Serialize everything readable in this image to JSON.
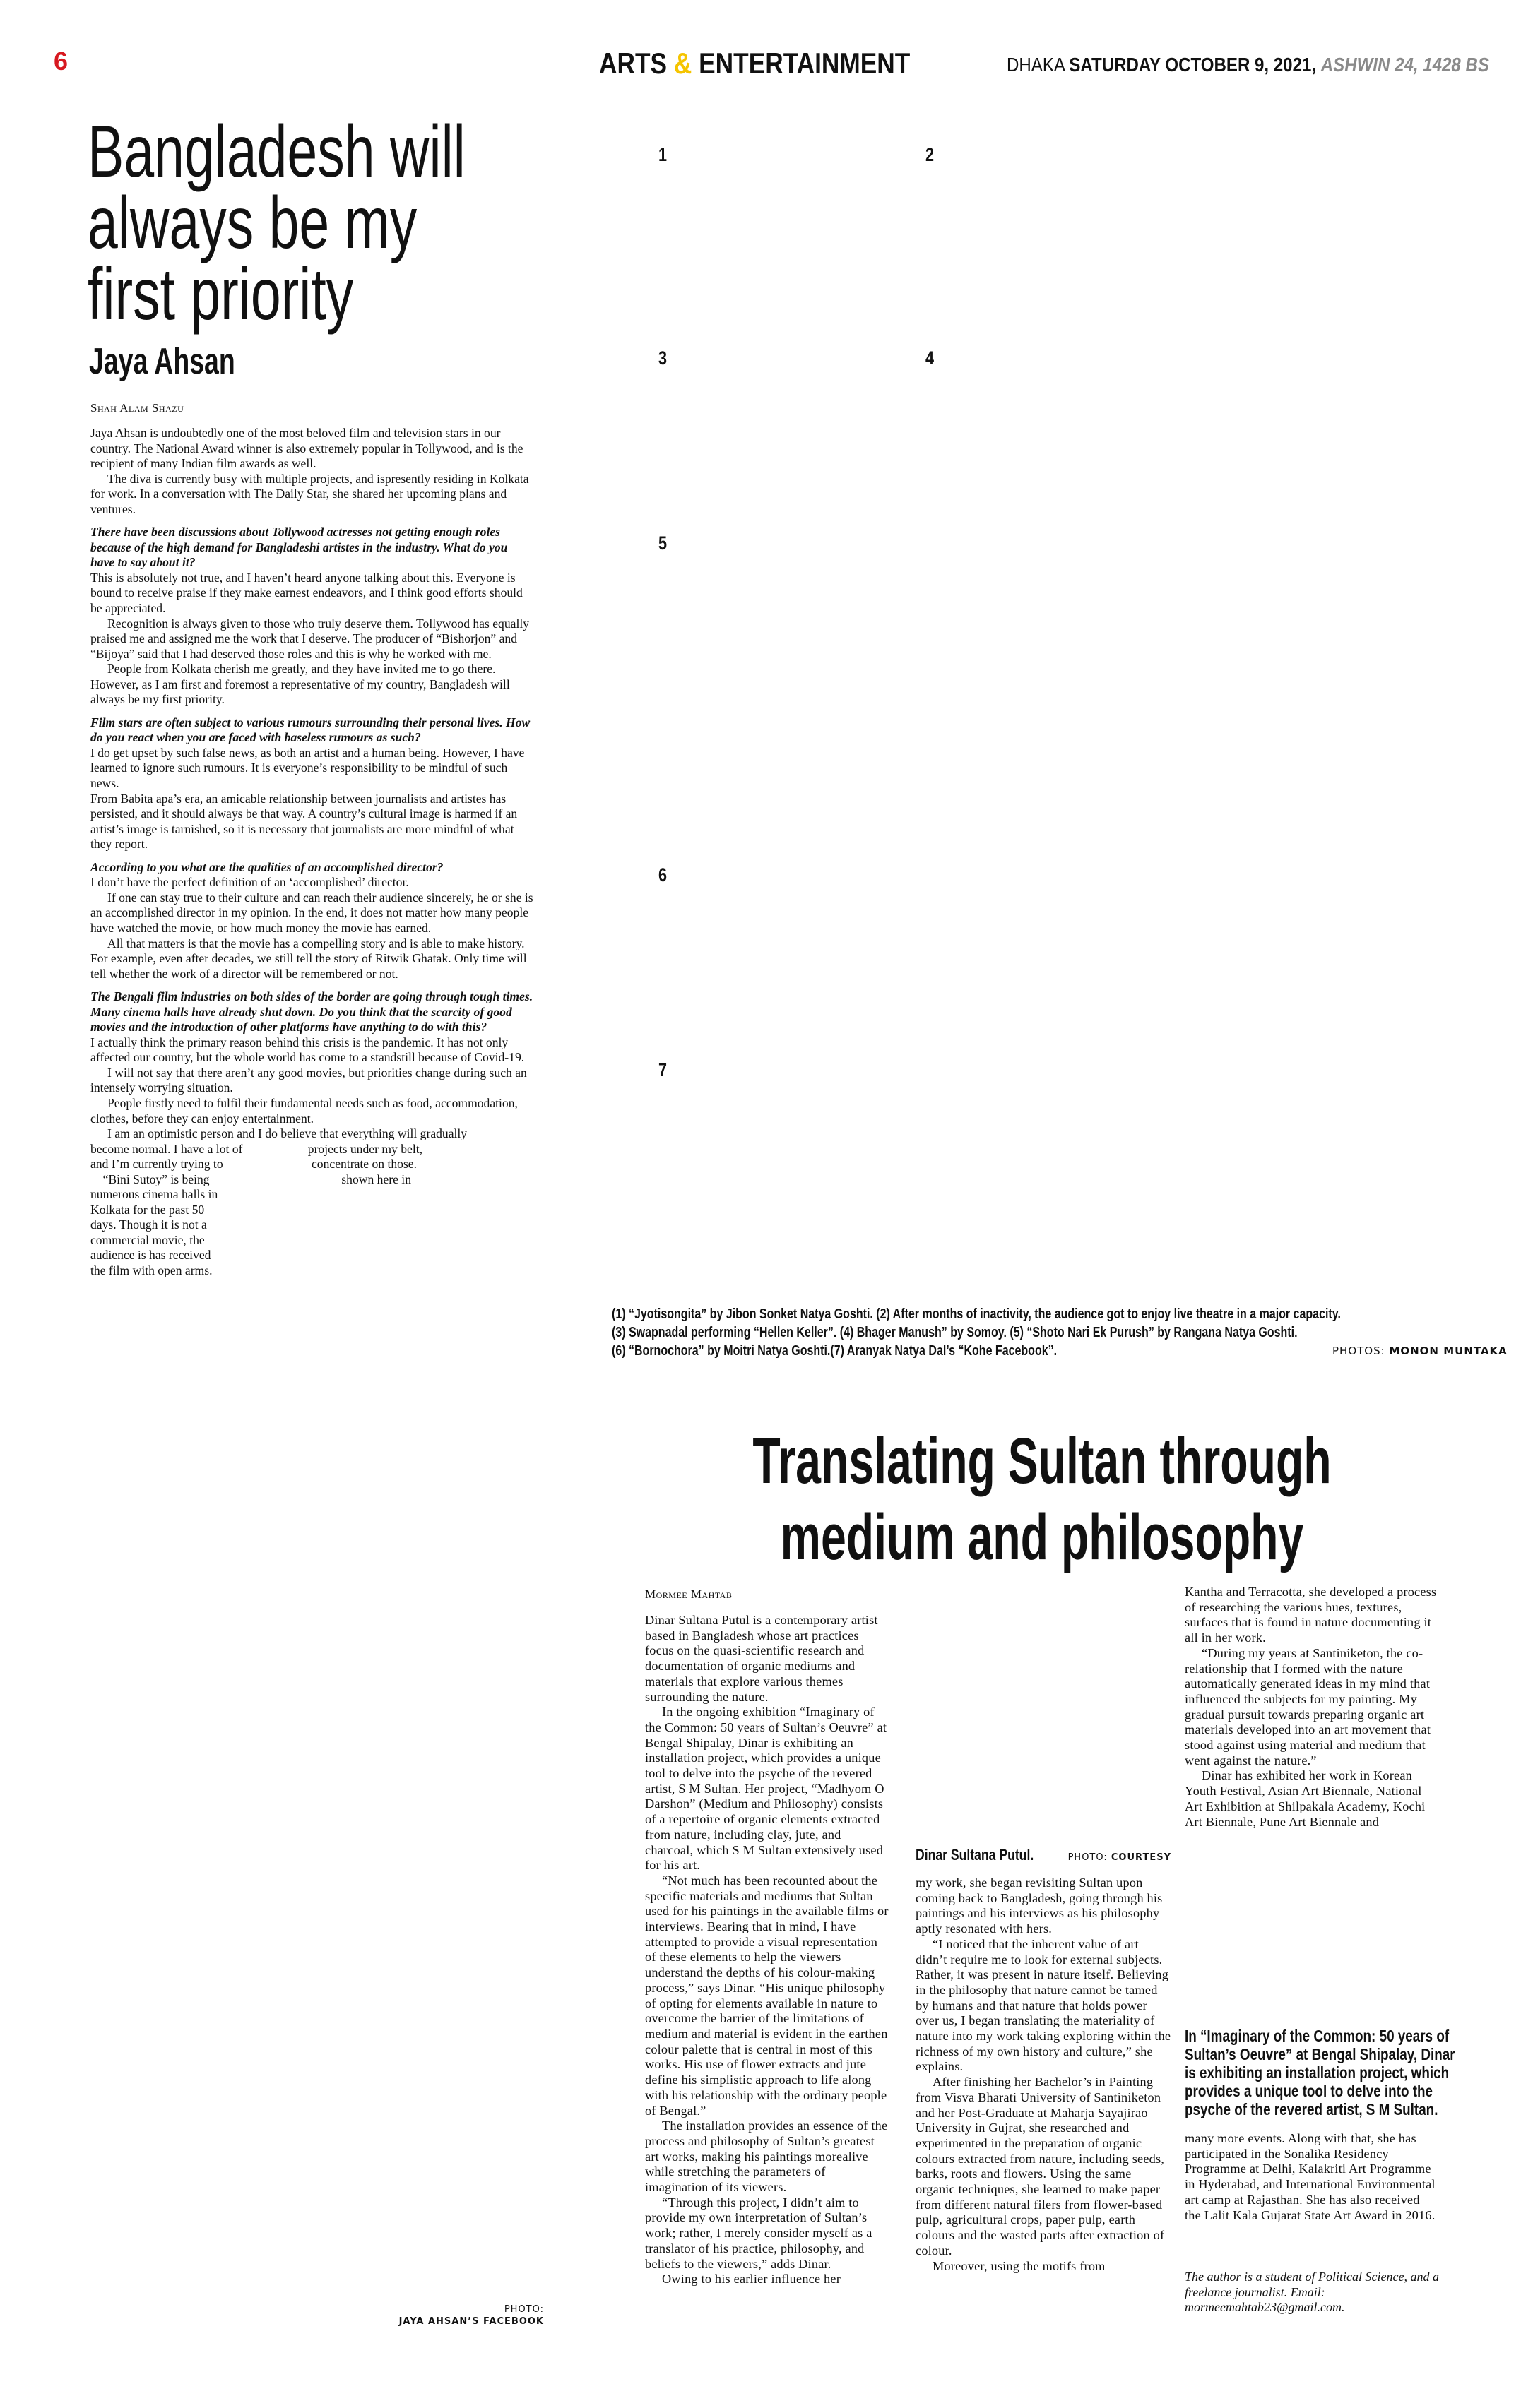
{
  "header": {
    "page_number": "6",
    "section_left": "ARTS ",
    "section_amp": "&",
    "section_right": " ENTERTAINMENT",
    "date_city": "DHAKA ",
    "date_main": "SATURDAY OCTOBER 9, 2021, ",
    "date_bangla": "ASHWIN 24, 1428 BS",
    "accent_color": "#d71920",
    "amp_color": "#f5c400"
  },
  "jaya": {
    "headline": [
      "Bangladesh will",
      "always be my",
      "first priority"
    ],
    "subject": "Jaya Ahsan",
    "byline": "Shah Alam Shazu",
    "body": [
      {
        "k": "p",
        "t": "Jaya Ahsan is undoubtedly one of the most beloved film and television stars in our country. The National Award winner is also extremely popular in Tollywood, and is the recipient of many Indian film awards as well."
      },
      {
        "k": "i",
        "t": "The diva is currently busy with multiple projects, and ispresently residing in Kolkata for work. In a conversation with The Daily Star, she shared her upcoming plans and ventures."
      },
      {
        "k": "q",
        "t": "There have been discussions about Tollywood actresses not getting enough roles because of the high demand for Bangladeshi artistes in the industry. What do you have to say about it?"
      },
      {
        "k": "p",
        "t": " This is absolutely not true, and I haven’t heard anyone talking about this. Everyone is bound to receive praise if they make earnest endeavors, and I think good efforts should be appreciated."
      },
      {
        "k": "i",
        "t": "Recognition is always given to those who truly deserve them. Tollywood has equally praised me and assigned me the work that I deserve. The producer of “Bishorjon” and “Bijoya” said that I had deserved those roles and this is why he worked with me."
      },
      {
        "k": "i",
        "t": "People from Kolkata cherish me greatly, and they have invited me to go there. However, as I am first and foremost a representative of my country, Bangladesh will always be my first priority."
      },
      {
        "k": "q",
        "t": "Film stars are often subject to various rumours surrounding their personal lives. How do you react when you are faced with baseless rumours as such?"
      },
      {
        "k": "p",
        "t": "I do get upset by such false news, as both an artist and a human being. However, I have learned to ignore such rumours. It is everyone’s responsibility to be mindful of such news."
      },
      {
        "k": "p",
        "t": "From Babita apa’s era, an amicable relationship between journalists and artistes has persisted, and it should always be that way. A country’s cultural image is harmed if an artist’s image is tarnished, so it is necessary that journalists are more mindful of what they report."
      },
      {
        "k": "q",
        "t": "According to you what are the qualities of an accomplished director?"
      },
      {
        "k": "p",
        "t": " I don’t have the perfect definition of an ‘accomplished’ director."
      },
      {
        "k": "i",
        "t": "If one can stay true to their culture and can reach their audience sincerely, he or she is an accomplished director in my opinion. In the end, it does not matter how many people have watched the movie, or how much money the movie has earned."
      },
      {
        "k": "i",
        "t": "All that matters is that the movie has a compelling story and is able to make history. For example, even after decades, we still tell the story of Ritwik Ghatak. Only time will tell whether the work of a director will be remembered or not."
      },
      {
        "k": "q",
        "t": "The Bengali film industries on both sides of the border are going through tough times. Many cinema halls have already shut down. Do you think that the scarcity of good movies and the introduction of other platforms have anything to do with this?"
      },
      {
        "k": "p",
        "t": "I actually think the primary reason behind this crisis is the pandemic. It has not only affected our country, but the whole world has come to a standstill because of Covid-19."
      },
      {
        "k": "i",
        "t": "I will not say that there aren’t any good movies, but priorities change during such an intensely worrying situation."
      },
      {
        "k": "i",
        "t": " People firstly need to fulfil their fundamental needs such as food, accommodation, clothes, before they can enjoy entertainment."
      },
      {
        "k": "i",
        "t": "I am an optimistic person and I do believe that everything will gradually"
      }
    ],
    "wrap_lines": [
      [
        "become normal. I have a lot of",
        "projects under my belt,"
      ],
      [
        "and I’m currently trying to",
        "concentrate on those."
      ],
      [
        "    “Bini Sutoy” is being",
        "shown here in"
      ],
      [
        "numerous cinema halls in",
        ""
      ],
      [
        "Kolkata for the past 50",
        ""
      ],
      [
        "days. Though it is not a",
        ""
      ],
      [
        "commercial movie, the",
        ""
      ],
      [
        "audience is has received",
        ""
      ],
      [
        "the film with open arms.",
        ""
      ]
    ],
    "photo_credit_label": "PHOTO:",
    "photo_credit_source": "JAYA AHSAN’S FACEBOOK"
  },
  "theatre": {
    "photo_numbers": [
      "1",
      "2",
      "3",
      "4",
      "5",
      "6",
      "7"
    ],
    "caption": [
      "(1) “Jyotisongita” by Jibon Sonket Natya Goshti. (2) After months of inactivity, the audience got to enjoy live theatre in a major capacity.",
      "(3) Swapnadal performing “Hellen Keller”. (4) Bhager Manush” by Somoy. (5) “Shoto Nari Ek Purush” by Rangana Natya Goshti.",
      "(6) “Bornochora” by Moitri Natya Goshti.(7) Aranyak Natya Dal’s “Kohe Facebook”."
    ],
    "photo_credit_label": "PHOTOS: ",
    "photo_credit_source": "MONON MUNTAKA"
  },
  "sultan": {
    "headline": [
      "Translating Sultan through",
      "medium and philosophy"
    ],
    "byline": "Mormee Mahtab",
    "col1": [
      {
        "k": "p",
        "t": "Dinar Sultana Putul is a contemporary artist based in Bangladesh whose art practices focus on the quasi-scientific research and documentation of organic mediums and materials that explore various themes surrounding the nature."
      },
      {
        "k": "i",
        "t": "In the ongoing exhibition “Imaginary of the Common: 50 years of Sultan’s Oeuvre” at Bengal Shipalay, Dinar is exhibiting an installation project, which provides a unique tool to delve into the psyche of the revered artist, S M Sultan. Her project, “Madhyom O Darshon” (Medium and Philosophy) consists of a repertoire of organic elements extracted from nature, including clay, jute, and charcoal, which S M Sultan extensively used for his art."
      },
      {
        "k": "i",
        "t": "“Not much has been recounted about the specific materials and mediums that Sultan used for his paintings in the available films or interviews. Bearing that in mind, I have attempted to provide a visual representation of these elements to help the viewers understand the depths of his colour-making process,” says Dinar. “His unique philosophy of opting for elements available in nature to overcome the barrier of the limitations of medium and material is evident in the earthen colour palette that is central in most of this works. His use of flower extracts and jute define his simplistic approach to life along with his relationship with the ordinary people of Bengal.”"
      },
      {
        "k": "i",
        "t": "The installation provides an essence of the process and philosophy of Sultan’s greatest art works, making his paintings morealive while stretching the parameters of imagination of its viewers."
      },
      {
        "k": "i",
        "t": "“Through this project, I didn’t aim to provide my own interpretation of Sultan’s work; rather, I merely consider myself as a translator of his practice, philosophy, and beliefs to the viewers,” adds Dinar."
      },
      {
        "k": "i",
        "t": "Owing to his earlier influence her"
      }
    ],
    "image_caption": "Dinar Sultana Putul.",
    "image_credit_label": "PHOTO: ",
    "image_credit_source": "COURTESY",
    "col2": [
      {
        "k": "p",
        "t": "my work, she began revisiting Sultan upon coming back to Bangladesh, going through his paintings and his interviews as his philosophy aptly resonated with hers."
      },
      {
        "k": "i",
        "t": "“I noticed that the inherent value of art didn’t require me to look for external subjects. Rather, it was present in nature itself. Believing in the philosophy that nature cannot be tamed by humans and that nature that holds power over us, I began translating the materiality of nature into my work taking exploring within the richness of my own history and culture,” she explains."
      },
      {
        "k": "i",
        "t": "After finishing her Bachelor’s in Painting from Visva Bharati University of Santiniketon and her Post-Graduate at Maharja Sayajirao University in Gujrat, she researched and experimented in the preparation of organic colours extracted from nature, including seeds, barks, roots and flowers. Using the same organic techniques, she learned to make paper from different natural filers from flower-based pulp, agricultural crops, paper pulp, earth colours and the wasted parts after extraction of colour."
      },
      {
        "k": "i",
        "t": "Moreover, using the motifs from"
      }
    ],
    "col3a": [
      {
        "k": "p",
        "t": "Kantha and Terracotta, she developed a process of researching the various hues, textures, surfaces that is found in nature documenting it all in her work."
      },
      {
        "k": "i",
        "t": "“During my years at Santiniketon, the co-relationship that I formed with the nature automatically generated ideas in my mind that influenced the subjects for my painting. My gradual pursuit towards preparing organic art materials developed into an art movement that stood against using material and medium that went against the nature.”"
      },
      {
        "k": "i",
        "t": "Dinar has exhibited her work in Korean Youth Festival, Asian Art Biennale, National Art Exhibition at Shilpakala Academy, Kochi Art Biennale, Pune Art Biennale and"
      }
    ],
    "pull_quote": "In “Imaginary of the Common: 50 years of Sultan’s Oeuvre” at Bengal Shipalay, Dinar is exhibiting an installation project, which provides a unique tool to delve into the psyche of the revered artist, S M Sultan.",
    "col3b": [
      {
        "k": "p",
        "t": "many more events. Along with that, she has participated in the Sonalika Residency Programme at Delhi, Kalakriti Art Programme in Hyderabad,  and International Environmental art camp at Rajasthan. She has also received the Lalit Kala Gujarat State Art Award in 2016."
      }
    ],
    "author_note": "The author is a student of Political Science, and a freelance journalist. Email: mormeemahtab23@gmail.com."
  }
}
